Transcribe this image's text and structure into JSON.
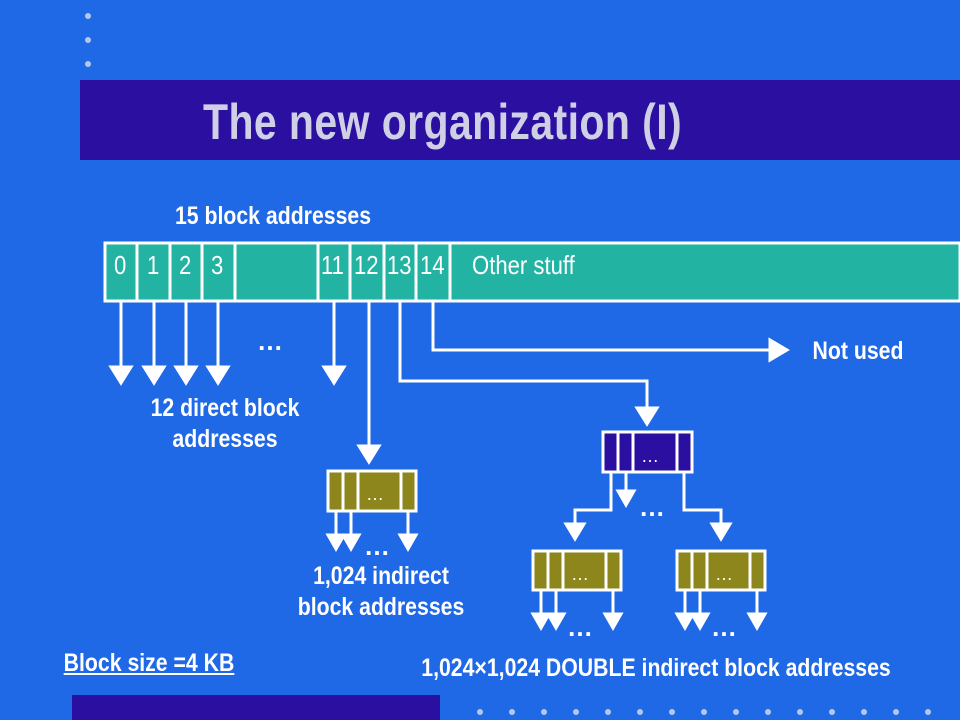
{
  "title": "The new organization (I)",
  "inode": {
    "header": "15 block addresses",
    "cells": [
      "0",
      "1",
      "2",
      "3",
      "11",
      "12",
      "13",
      "14"
    ],
    "other": "Other stuff"
  },
  "labels": {
    "ellipsis": "…",
    "direct": "12 direct block addresses",
    "direct_line1": "12 direct block",
    "direct_line2": "addresses",
    "not_used": "Not used",
    "indirect_line1": "1,024 indirect",
    "indirect_line2": "block addresses",
    "double": "1,024×1,024 DOUBLE indirect block addresses",
    "block_size": "Block size =4 KB"
  },
  "colors": {
    "background": "#1f68e6",
    "title_band": "#2a0fa0",
    "inode_fill": "#22b3a3",
    "indirect_fill": "#8c861c",
    "double_top_fill": "#2a0fa0",
    "text": "#ffffff"
  }
}
